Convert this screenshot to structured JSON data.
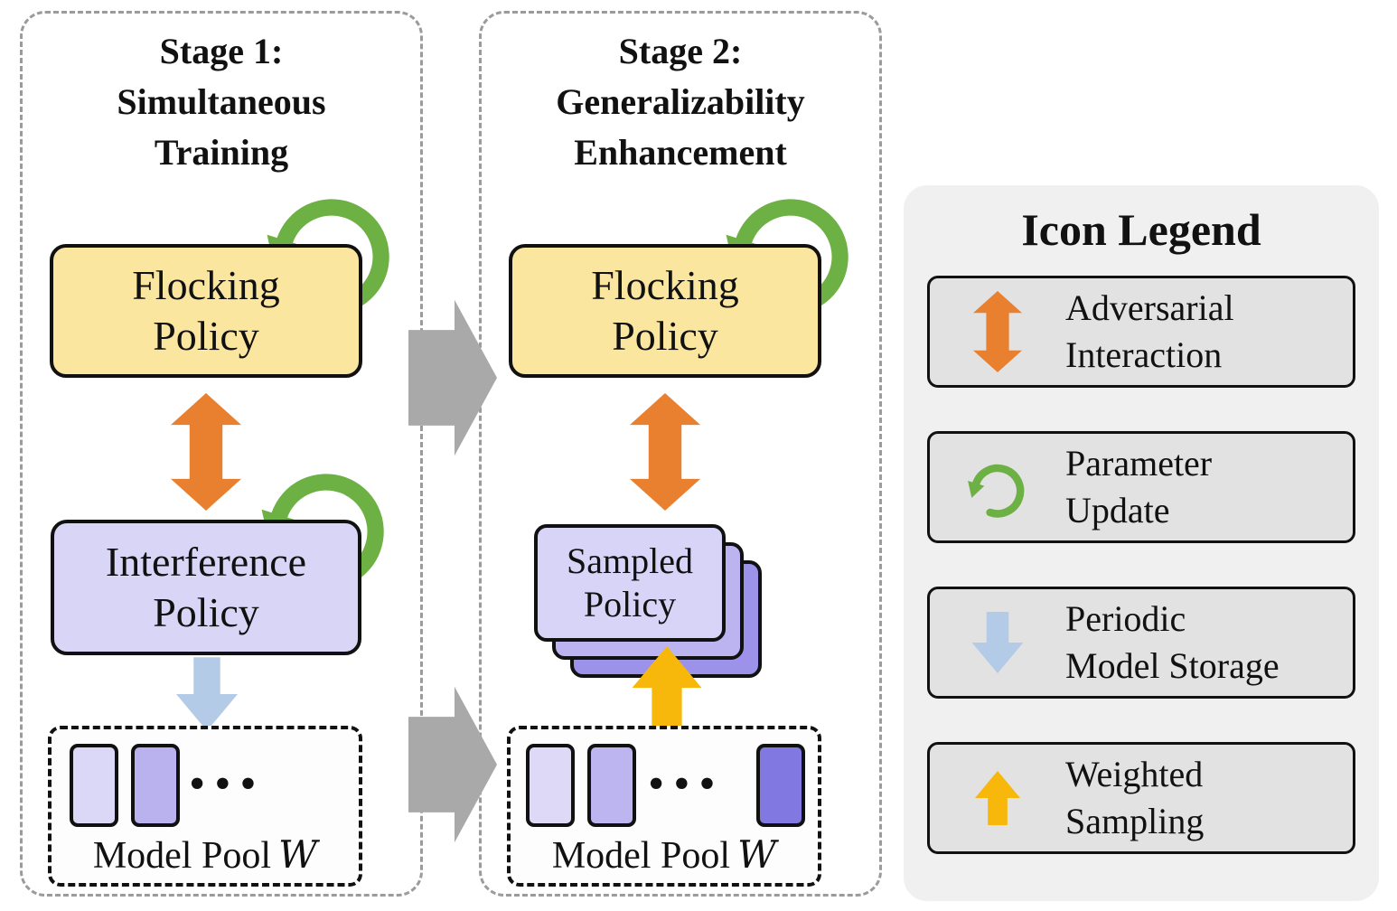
{
  "stage1": {
    "title": "Stage 1:\nSimultaneous\nTraining",
    "flocking_policy_label": "Flocking\nPolicy",
    "interference_policy_label": "Interference\nPolicy",
    "model_pool": {
      "label": "Model Pool",
      "symbol": "W",
      "dots": "•••"
    }
  },
  "stage2": {
    "title": "Stage 2:\nGeneralizability\nEnhancement",
    "flocking_policy_label": "Flocking\nPolicy",
    "sampled_policy_label": "Sampled\nPolicy",
    "model_pool": {
      "label": "Model Pool",
      "symbol": "W",
      "dots": "•••"
    }
  },
  "legend": {
    "title": "Icon Legend",
    "items": [
      {
        "icon": "adversarial-interaction-icon",
        "label": "Adversarial\nInteraction"
      },
      {
        "icon": "parameter-update-icon",
        "label": "Parameter\nUpdate"
      },
      {
        "icon": "periodic-model-storage-icon",
        "label": "Periodic\nModel Storage"
      },
      {
        "icon": "weighted-sampling-icon",
        "label": "Weighted\nSampling"
      }
    ]
  },
  "colors": {
    "flocking_box": "#FBE6A0",
    "policy_box": "#D9D5F7",
    "adversarial_arrow": "#E8802F",
    "parameter_update": "#6DB044",
    "model_storage": "#B3CBE7",
    "weighted_sampling": "#F7B80B",
    "stage_flow_arrow": "#A9A9A9"
  }
}
